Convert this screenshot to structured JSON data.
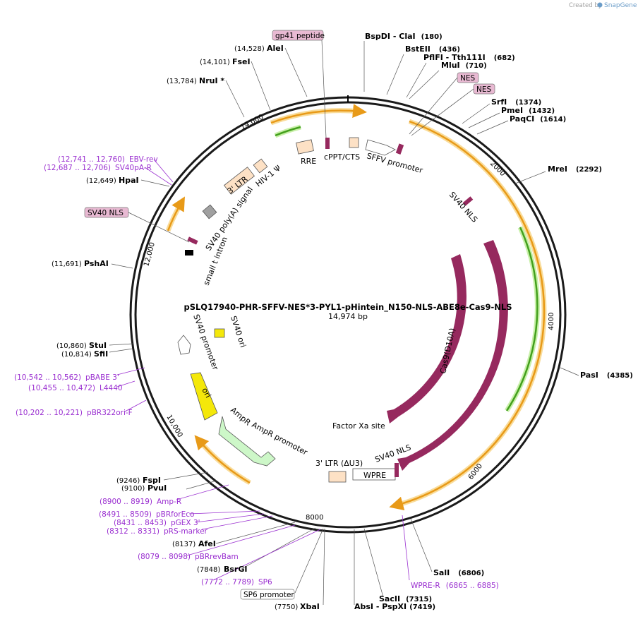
{
  "credit": {
    "prefix": "Created by",
    "brand": "SnapGene"
  },
  "plasmid": {
    "name": "pSLQ17940-PHR-SFFV-NES*3-PYL1-pHintein_N150-NLS-ABE8e-Cas9-NLS",
    "size": "14,974 bp"
  },
  "ticks": [
    "14,000",
    "2000",
    "4000",
    "6000",
    "8000",
    "10,000",
    "12,000"
  ],
  "sites": [
    {
      "name": "BspDI",
      "sep": " - ",
      "name2": "ClaI",
      "pos": "(180)"
    },
    {
      "name": "BstEII",
      "pos": "(436)"
    },
    {
      "name": "PflFI",
      "sep": " - ",
      "name2": "Tth111I",
      "pos": "(682)"
    },
    {
      "name": "MluI",
      "pos": "(710)"
    },
    {
      "name": "SrfI",
      "pos": "(1374)"
    },
    {
      "name": "PmeI",
      "pos": "(1432)"
    },
    {
      "name": "PaqCI",
      "pos": "(1614)"
    },
    {
      "name": "MreI",
      "pos": "(2292)"
    },
    {
      "name": "PasI",
      "pos": "(4385)"
    },
    {
      "name": "SalI",
      "pos": "(6806)"
    },
    {
      "name": "SacII",
      "pos": "(7315)"
    },
    {
      "name": "AbsI",
      "sep": " - ",
      "name2": "PspXI",
      "pos": "(7419)"
    },
    {
      "name": "XbaI",
      "pos": "(7750)"
    },
    {
      "name": "BsrGI",
      "pos": "(7848)"
    },
    {
      "name": "AfeI",
      "pos": "(8137)"
    },
    {
      "name": "PvuI",
      "pos": "(9100)"
    },
    {
      "name": "FspI",
      "pos": "(9246)"
    },
    {
      "name": "SfiI",
      "pos": "(10,814)"
    },
    {
      "name": "StuI",
      "pos": "(10,860)"
    },
    {
      "name": "PshAI",
      "pos": "(11,691)"
    },
    {
      "name": "HpaI",
      "pos": "(12,649)"
    },
    {
      "name": "NruI *",
      "pos": "(13,784)"
    },
    {
      "name": "FseI",
      "pos": "(14,101)"
    },
    {
      "name": "AleI",
      "pos": "(14,528)"
    }
  ],
  "primers": [
    {
      "name": "EBV-rev",
      "pos": "(12,741 .. 12,760)"
    },
    {
      "name": "SV40pA-R",
      "pos": "(12,687 .. 12,706)"
    },
    {
      "name": "pBABE 3'",
      "pos": "(10,542 .. 10,562)"
    },
    {
      "name": "L4440",
      "pos": "(10,455 .. 10,472)"
    },
    {
      "name": "pBR322ori-F",
      "pos": "(10,202 .. 10,221)"
    },
    {
      "name": "Amp-R",
      "pos": "(8900 .. 8919)"
    },
    {
      "name": "pBRforEco",
      "pos": "(8491 .. 8509)"
    },
    {
      "name": "pGEX 3'",
      "pos": "(8431 .. 8453)"
    },
    {
      "name": "pRS-marker",
      "pos": "(8312 .. 8331)"
    },
    {
      "name": "pBRrevBam",
      "pos": "(8079 .. 8098)"
    },
    {
      "name": "SP6",
      "pos": "(7772 .. 7789)"
    },
    {
      "name": "WPRE-R",
      "pos": "(6865 .. 6885)"
    }
  ],
  "boxed": {
    "gp41": "gp41 peptide",
    "nes1": "NES",
    "nes2": "NES",
    "sv40nls": "SV40 NLS",
    "sp6promoter": "SP6 promoter"
  },
  "features": {
    "rre": "RRE",
    "cppt": "cPPT/CTS",
    "sffv": "SFFV promoter",
    "hiv": "HIV-1 Ψ",
    "ltr3": "3' LTR",
    "sv40pa": "SV40 poly(A) signal",
    "smallt": "small t intron",
    "sv40nls_inner": "SV40 NLS",
    "sv40promoter": "SV40 promoter",
    "sv40ori": "SV40 ori",
    "ori": "ori",
    "ampr": "AmpR",
    "amprpromoter": "AmpR promoter",
    "ltr3du3": "3' LTR (ΔU3)",
    "wpre": "WPRE",
    "sv40nls_lower": "SV40 NLS",
    "factorxa": "Factor Xa site",
    "cas9d10a": "Cas9(D10A)",
    "cas9": "Cas9"
  },
  "colors": {
    "cas9": "#96295e",
    "ori": "#f4e80a",
    "ampr": "#cdf7c8",
    "ltr": "#fde1c5",
    "orange_track": "#e89a18",
    "green_track": "#43a01d",
    "primer": "#9a2fd0",
    "nes_box": "#e8b9d2"
  }
}
